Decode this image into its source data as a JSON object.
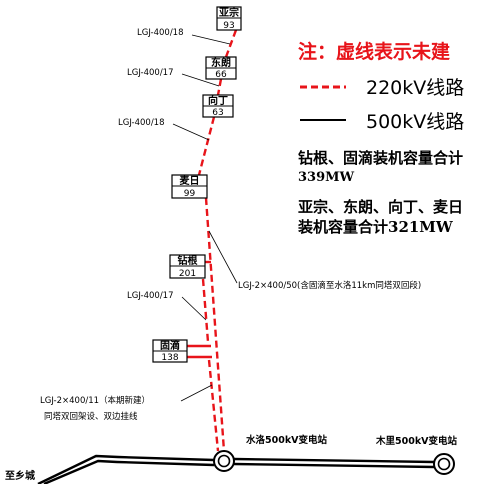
{
  "stations": [
    {
      "name": "亚宗",
      "capacity": "93"
    },
    {
      "name": "东朗",
      "capacity": "66"
    },
    {
      "name": "向丁",
      "capacity": "63"
    },
    {
      "name": "麦日",
      "capacity": "99"
    },
    {
      "name": "钻根",
      "capacity": "201"
    },
    {
      "name": "固滴",
      "capacity": "138"
    }
  ],
  "line_labels": [
    "LGJ-400/18",
    "LGJ-400/17",
    "LGJ-400/18",
    "LGJ-2×400/50(含固滴至水洛11km同塔双回段)",
    "LGJ-400/17",
    "LGJ-2×400/11（本期新建）",
    "同塔双回架设、双边挂线"
  ],
  "legend": {
    "note": "注：虚线表示未建",
    "line_220": "220kV线路",
    "line_500": "500kV线路",
    "color_220": "#e8141a",
    "color_500": "#000000"
  },
  "capacity_notes": [
    "钻根、固滴装机容量合计",
    "339MW",
    "亚宗、东朗、向丁、麦日",
    "装机容量合计321MW"
  ],
  "substations": [
    {
      "name": "水洛500kV变电站"
    },
    {
      "name": "木里500kV变电站"
    }
  ],
  "destination": "至乡城"
}
